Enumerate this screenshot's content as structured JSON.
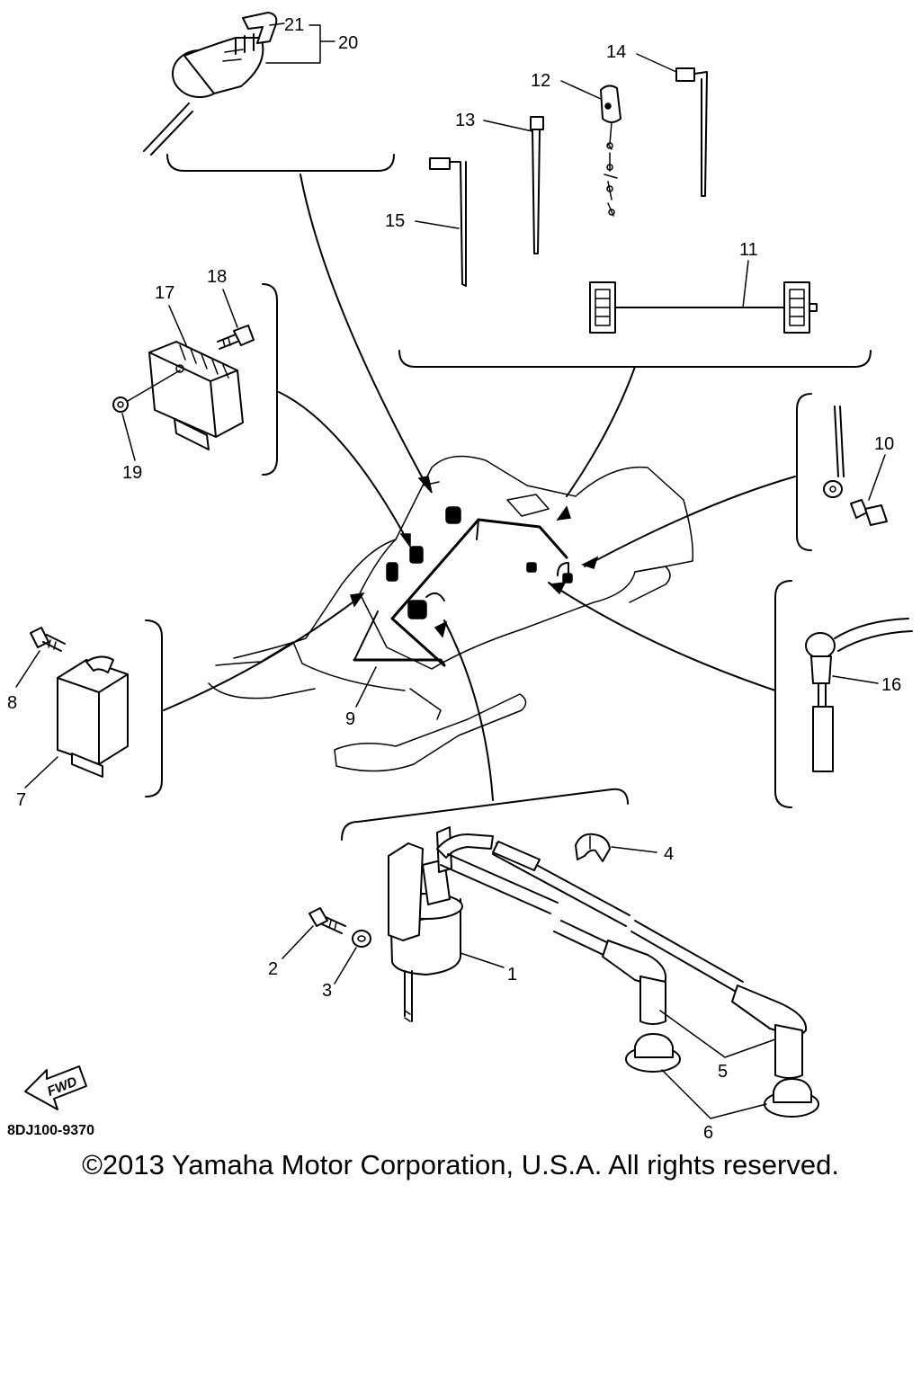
{
  "diagram": {
    "part_callouts": [
      "1",
      "2",
      "3",
      "4",
      "5",
      "6",
      "7",
      "8",
      "9",
      "10",
      "11",
      "12",
      "13",
      "14",
      "15",
      "16",
      "17",
      "18",
      "19",
      "20",
      "21"
    ],
    "direction_label": "FWD",
    "diagram_code": "8DJ100-9370"
  },
  "footer": {
    "copyright": "©2013 Yamaha Motor Corporation, U.S.A. All rights reserved."
  }
}
